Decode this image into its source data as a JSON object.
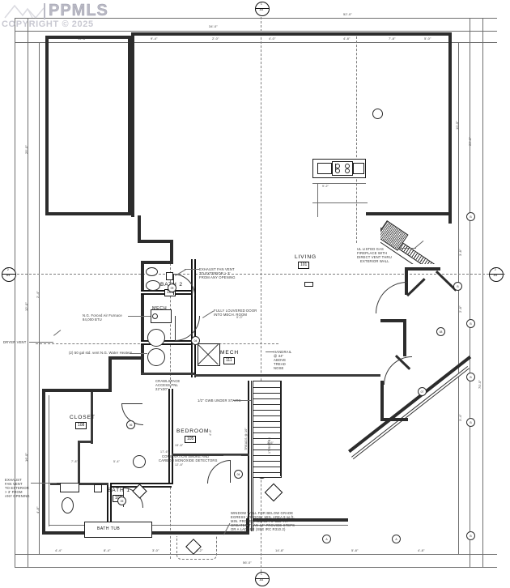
{
  "document": {
    "type": "architectural-floor-plan",
    "sheet_description": "Basement / lower level floor plan",
    "watermark": {
      "brand": "PPMLS",
      "copyright": "COPYRIGHT © 2025",
      "logo_name": "mountain-peaks-logo"
    }
  },
  "rooms": [
    {
      "name": "LIVING",
      "number": "101"
    },
    {
      "name": "BEDROOM",
      "number": "105"
    },
    {
      "name": "BATH 2",
      "number": "106"
    },
    {
      "name": "BATH 1",
      "number": "107"
    },
    {
      "name": "CLOSET",
      "number": "108"
    },
    {
      "name": "MECH",
      "number": "111"
    }
  ],
  "labels": {
    "mech_upper": "MECH",
    "bath_tub": "BATH TUB"
  },
  "notes": {
    "dryer_vent": "DRYER VENT",
    "furnace": "N.G. Forced Air Furnace\n84,000 BTU",
    "furnace_l1": "N.G. Forced Air Furnace",
    "furnace_l2": "84,000 BTU",
    "water_heaters": "(2) 50 gal std. vent N.G. Water Heaters",
    "exhaust_fan_bath2_l1": "EXHAUST FAN VENT",
    "exhaust_fan_bath2_l2": "TO EXTERIOR > 3'",
    "exhaust_fan_bath2_l3": "FROM ANY OPENING",
    "louvered_door_l1": "FULLY LOUVERED DOOR",
    "louvered_door_l2": "INTO MECH. ROOM",
    "crawlspace_l1": "CRAWLSPACE",
    "crawlspace_l2": "ACCESS PNL",
    "crawlspace_l3": "22\"x30\"",
    "gwb_under_stairs": "1/2\" GWB UNDER STAIRS",
    "fireplace_l1": "UL LISTED GAS",
    "fireplace_l2": "FIREPLACE WITH",
    "fireplace_l3": "DIRECT VENT THRU",
    "fireplace_l4": "EXTERIOR WALL",
    "handrail_l1": "HANDRAIL",
    "handrail_l2": "@ 34\"",
    "handrail_l3": "ABOVE",
    "handrail_l4": "TREAD",
    "handrail_l5": "NOSE",
    "detectors_l1": "COMBINATION SMOKE AND",
    "detectors_l2": "CARBON MONOXIDE DETECTORS",
    "exhaust_fan_bath1_l1": "EXHAUST",
    "exhaust_fan_bath1_l2": "FAN VENT",
    "exhaust_fan_bath1_l3": "TO EXTERIOR",
    "exhaust_fan_bath1_l4": "> 3' FROM",
    "exhaust_fan_bath1_l5": "ANY OPENING",
    "window_well_l1": "WINDOW WELL FOR BELOW GRADE",
    "window_well_l2": "EGRESS WINDOW: MIN. AREA 9 sq ft,",
    "window_well_l3": "MIN. PROJECTION 36\", IF DEPTH",
    "window_well_l4": "GREATER THAN 44\" PROVIDE STEPS",
    "window_well_l5": "OR A LADDER (SEE IRC R310.2)",
    "stair_risers": "17 RISERS",
    "stair_treads": "TREADS @ 10\""
  },
  "section_markers": [
    {
      "id": "top",
      "number": "1",
      "sheet": "A4"
    },
    {
      "id": "left",
      "number": "2",
      "sheet": "A4"
    },
    {
      "id": "right",
      "number": "2",
      "sheet": "A4"
    },
    {
      "id": "bottom",
      "number": "1",
      "sheet": "A4"
    }
  ],
  "dimensions": {
    "top_overall": "52'-0\"",
    "top_partial": "34'-0\"",
    "top_row": [
      "12'-8\"",
      "9'-4\"",
      "2'-0\"",
      "4'-0\"",
      "4'-8\"",
      "7'-8\"",
      "5'-0\""
    ],
    "bottom_overall": "56'-0\"",
    "bottom_row": [
      "4'-4\"",
      "8'-4\"",
      "3'-0\"",
      "4'-2\"",
      "14'-8\"",
      "5'-8\"",
      "4'-8\""
    ],
    "left_col": [
      "25'-0\"",
      "12'-0\"",
      "2'-4\"",
      "16'-0\"",
      "4'-8\""
    ],
    "right_col": [
      "10'-0\"",
      "22'-0\"",
      "3'-8\"",
      "2'-8\"",
      "70'-0\"",
      "3'-4\""
    ],
    "interior": [
      "9'-2\"",
      "9'-0\"",
      "17'-6\"",
      "15'-8\"",
      "12'-8\"",
      "4'-8\"",
      "7'-8\"",
      "5'-4\"",
      "3'-6\""
    ]
  },
  "colors": {
    "ink": "#111111",
    "wall_fill": "#2c2c2c",
    "dim_gray": "#6e6e6e",
    "watermark": "#b9b9c4",
    "paper": "#ffffff"
  },
  "icons": {
    "section_marker": "section-marker-icon",
    "grid_bubble": "grid-bubble-icon",
    "door_tag": "door-tag-icon",
    "window_tag": "window-tag-icon",
    "north_arrow": "north-arrow-icon",
    "water_heater": "water-heater-icon",
    "furnace": "furnace-icon",
    "toilet": "toilet-icon",
    "sink": "sink-icon",
    "tub": "bathtub-icon",
    "fireplace": "fireplace-icon",
    "stairs": "stairs-icon"
  }
}
